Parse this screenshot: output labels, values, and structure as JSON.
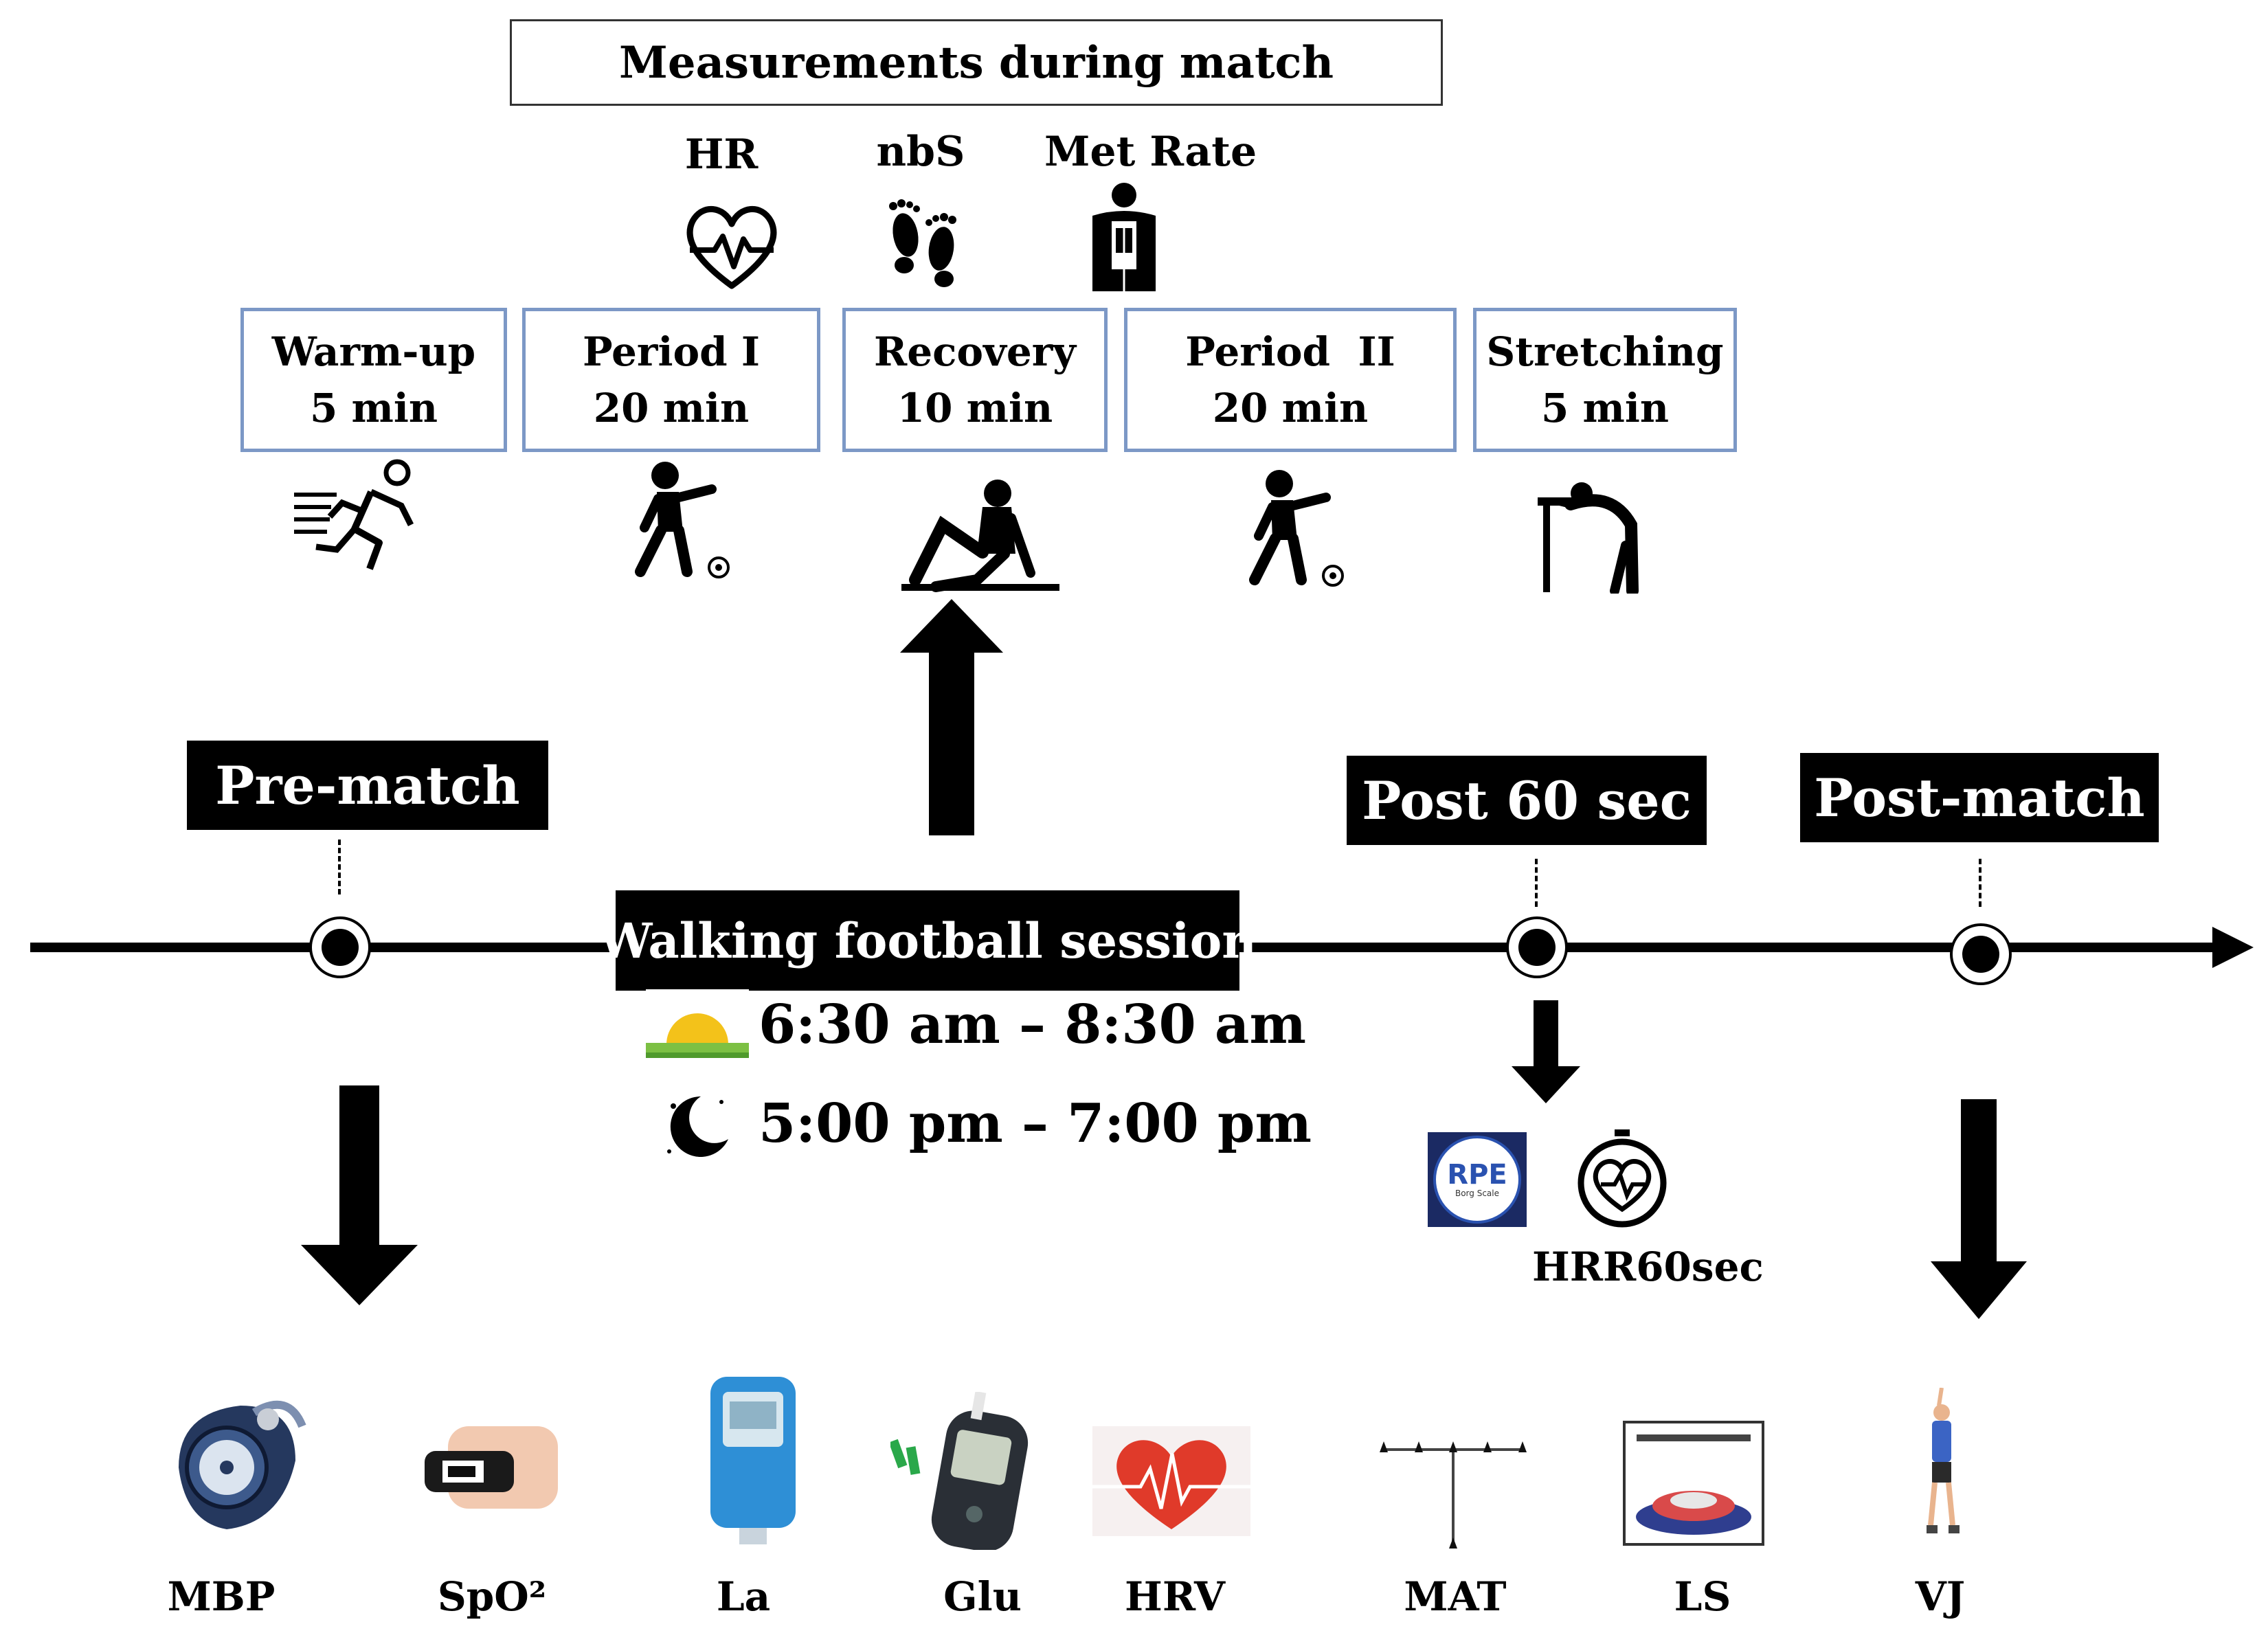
{
  "header": {
    "title": "Measurements during match"
  },
  "measurements": [
    {
      "label": "HR",
      "icon": "heart-rate-icon"
    },
    {
      "label": "nbS",
      "icon": "footprints-icon"
    },
    {
      "label": "Met Rate",
      "icon": "metabolic-vest-icon"
    }
  ],
  "phases": [
    {
      "name": "Warm-up",
      "duration": "5 min",
      "icon": "running-person-icon"
    },
    {
      "name": "Period I",
      "duration": "20 min",
      "icon": "walking-football-player-icon"
    },
    {
      "name": "Recovery",
      "duration": "10 min",
      "icon": "seated-rest-icon"
    },
    {
      "name": "Period  II",
      "duration": "20 min",
      "icon": "walking-football-player-icon"
    },
    {
      "name": "Stretching",
      "duration": "5 min",
      "icon": "stretching-person-icon"
    }
  ],
  "timeline": {
    "session_label": "Walking football session",
    "points": [
      "Pre-match",
      "Post 60 sec",
      "Post-match"
    ],
    "morning_time": "6:30 am – 8:30 am",
    "evening_time": "5:00 pm – 7:00 pm"
  },
  "post60": {
    "rpe_badge_text": "RPE",
    "rpe_badge_subtext": "Borg Scale",
    "hrr_label": "HRR60sec"
  },
  "bottom_measures": [
    {
      "label": "MBP",
      "icon": "blood-pressure-monitor-icon"
    },
    {
      "label": "SpO²",
      "icon": "pulse-oximeter-icon"
    },
    {
      "label": "La",
      "icon": "lactate-meter-icon"
    },
    {
      "label": "Glu",
      "icon": "glucose-meter-icon"
    },
    {
      "label": "HRV",
      "icon": "heart-ecg-icon"
    },
    {
      "label": "MAT",
      "icon": "agility-test-layout-icon"
    },
    {
      "label": "LS",
      "icon": "balance-platform-icon"
    },
    {
      "label": "VJ",
      "icon": "vertical-jump-icon"
    }
  ],
  "colors": {
    "phase_border": "#7c98c6",
    "tag_bg": "#000000",
    "rpe_bg": "#1b2a63",
    "heart_red": "#e03a2a"
  }
}
